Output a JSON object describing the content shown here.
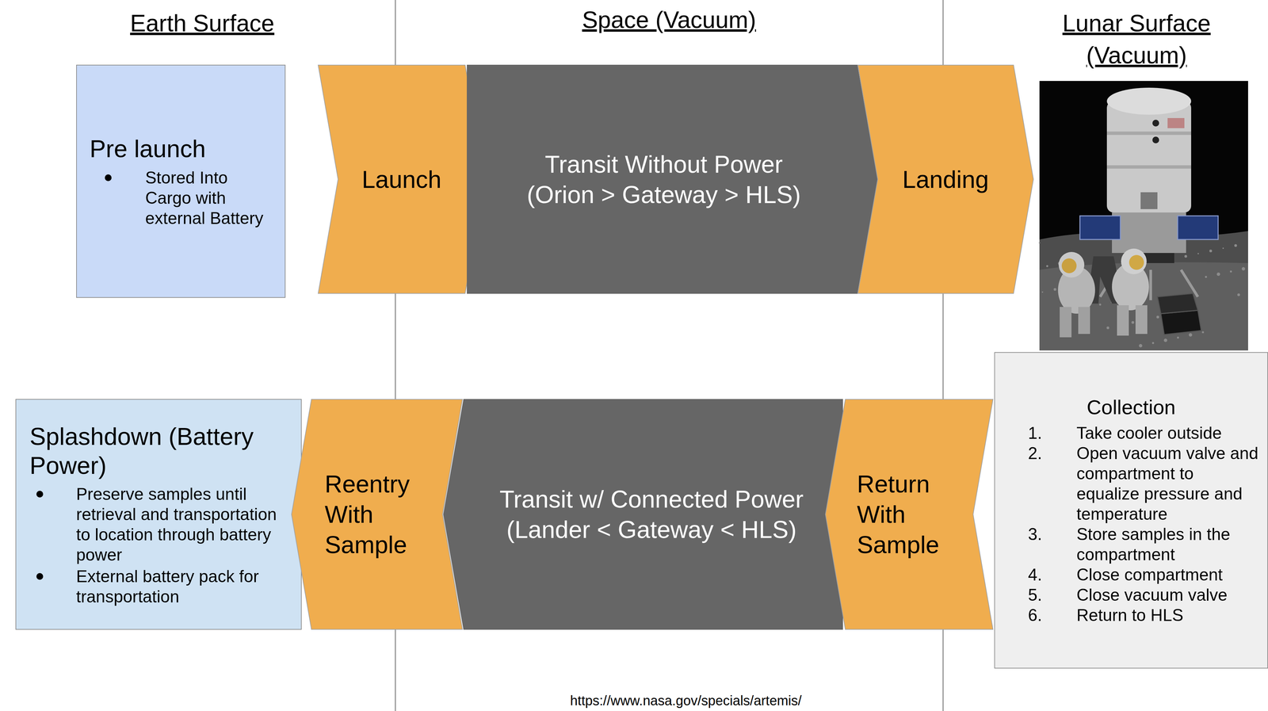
{
  "diagram": {
    "nodes": [
      {
        "text": [
          "Pre launch",
          "Stored Into Cargo with external Battery"
        ]
      },
      {
        "text": [
          "Launch"
        ]
      },
      {
        "text": [
          "Transit Without Power (Orion > Gateway > HLS)"
        ]
      },
      {
        "text": [
          "Landing"
        ]
      },
      {
        "text": [
          "Collection",
          "Take cooler outside",
          "Open vacuum valve and compartment to equalize pressure and temperature",
          "Store samples in the compartment",
          "Close compartment",
          "Close vacuum valve",
          "Return to HLS"
        ]
      },
      {
        "text": [
          "Splashdown (Battery Power)",
          "Preserve samples until retrieval and transportation to location through battery power",
          "External battery pack for transportation"
        ]
      },
      {
        "text": [
          "Reentry With Sample"
        ]
      },
      {
        "text": [
          "Transit w/ Connected Power (Lander < Gateway < HLS)"
        ]
      },
      {
        "text": [
          "Return With Sample"
        ]
      }
    ],
    "labels": [
      "Earth Surface",
      "Space (Vacuum)",
      "Lunar Surface (Vacuum)",
      "1.",
      "2.",
      "3.",
      "4.",
      "5.",
      "6.",
      "https://www.nasa.gov/specials/artemis/"
    ]
  }
}
